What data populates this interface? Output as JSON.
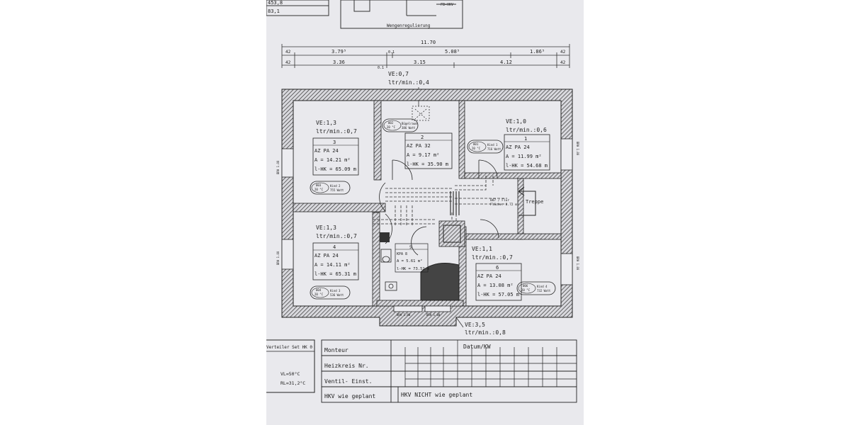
{
  "header": {
    "area_values": [
      "453,8",
      "83,1"
    ],
    "detail_label": "FB-HKV",
    "detail_caption": "Wengenregulierung"
  },
  "dimensions": {
    "total": "11.70",
    "row1": [
      "42",
      "3.79⁵",
      "5.08⁵",
      "1.86⁵",
      "42"
    ],
    "row2": [
      "42",
      "3.36",
      "3.15",
      "4.12",
      "42"
    ],
    "mid_marks": [
      "0.1",
      "0.1"
    ]
  },
  "top_ventilation": {
    "ve": "VE:0,7",
    "flow": "ltr/min.:0,4"
  },
  "rooms": [
    {
      "id": "room-3",
      "ve": "VE:1,3",
      "flow": "ltr/min.:0,7",
      "num": "3",
      "type": "AZ PA 24",
      "area": "A = 14.21 m²",
      "length": "l-HK = 65.09 m",
      "tag": "003",
      "tag_temp": "20 °C",
      "tag_name": "Kind 2",
      "tag_watt": "755 Watt"
    },
    {
      "id": "room-2",
      "num": "2",
      "type": "AZ PA 32",
      "area": "A = 9.17 m²",
      "length": "l-HK = 35.90 m",
      "tag": "002",
      "tag_temp": "20 °C",
      "tag_name": "Bügelraum",
      "tag_watt": "386 Watt"
    },
    {
      "id": "room-1",
      "ve": "VE:1,0",
      "flow": "ltr/min.:0,6",
      "num": "1",
      "type": "AZ PA 24",
      "area": "A = 11.99 m²",
      "length": "l-HK = 54.68 m",
      "tag": "001",
      "tag_temp": "20 °C",
      "tag_name": "Kind 1",
      "tag_watt": "716 Watt"
    },
    {
      "id": "room-4",
      "ve": "VE:1,3",
      "flow": "ltr/min.:0,7",
      "num": "4",
      "type": "AZ PA 24",
      "area": "A = 14.11 m²",
      "length": "l-HK = 65.31 m",
      "tag": "004",
      "tag_temp": "20 °C",
      "tag_name": "Kind 3",
      "tag_watt": "536 Watt"
    },
    {
      "id": "room-5",
      "num": "5",
      "type": "KPA 8",
      "area": "A = 5.61 m²",
      "length": "l-HK = 73.52 m"
    },
    {
      "id": "room-6",
      "ve": "VE:1,1",
      "flow": "ltr/min.:0,7",
      "num": "6",
      "type": "AZ PA 24",
      "area": "A = 13.08 m²",
      "length": "l-HK = 57.05 m",
      "tag": "006",
      "tag_temp": "20 °C",
      "tag_name": "Kind 4",
      "tag_watt": "732 Watt"
    }
  ],
  "hall": {
    "tag_line1": "007 / Flur",
    "tag_line2": "Fläche: 8.72 m²",
    "stairs": "Treppe"
  },
  "window_labels": [
    "BRH 1.00",
    "BRH 1.00",
    "BRH 1.00",
    "BRH 1.00",
    "BRH 1.00",
    "BRH 1.00"
  ],
  "bottom_ventilation": {
    "ve": "VE:3,5",
    "flow": "ltr/min.:0,8"
  },
  "distributor": {
    "title": "Verteiler Set HK 0",
    "vl": "VL=50°C",
    "rl": "RL=31,2°C"
  },
  "table": {
    "rows": [
      "Monteur",
      "Heizkreis Nr.",
      "Ventil- Einst.",
      "HKV wie geplant"
    ],
    "date_label": "Datum/KW",
    "not_planned": "HKV NICHT wie geplant"
  }
}
